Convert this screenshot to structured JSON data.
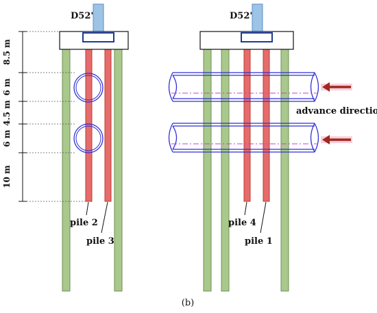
{
  "labels": {
    "column_left": "D52'",
    "column_right": "D52'",
    "pile2": "pile 2",
    "pile3": "pile 3",
    "pile4": "pile 4",
    "pile1": "pile 1",
    "advance": "advance direction",
    "caption": "(b)"
  },
  "dimensions": [
    "8.5 m",
    "6 m",
    "4.5 m",
    "6 m",
    "10 m"
  ],
  "colors": {
    "pile_green": "#a9c88b",
    "pile_green_stroke": "#6f8f55",
    "pile_red": "#e46c6c",
    "pile_red_stroke": "#c0392b",
    "column_blue": "#9dc3e6",
    "tunnel_blue": "#2f2fd6",
    "tunnel_axis": "#d13ad1",
    "arrow": "#a0281c",
    "arrow_glow": "#f4b3c9"
  },
  "icons": [
    "arrow-left-icon"
  ]
}
